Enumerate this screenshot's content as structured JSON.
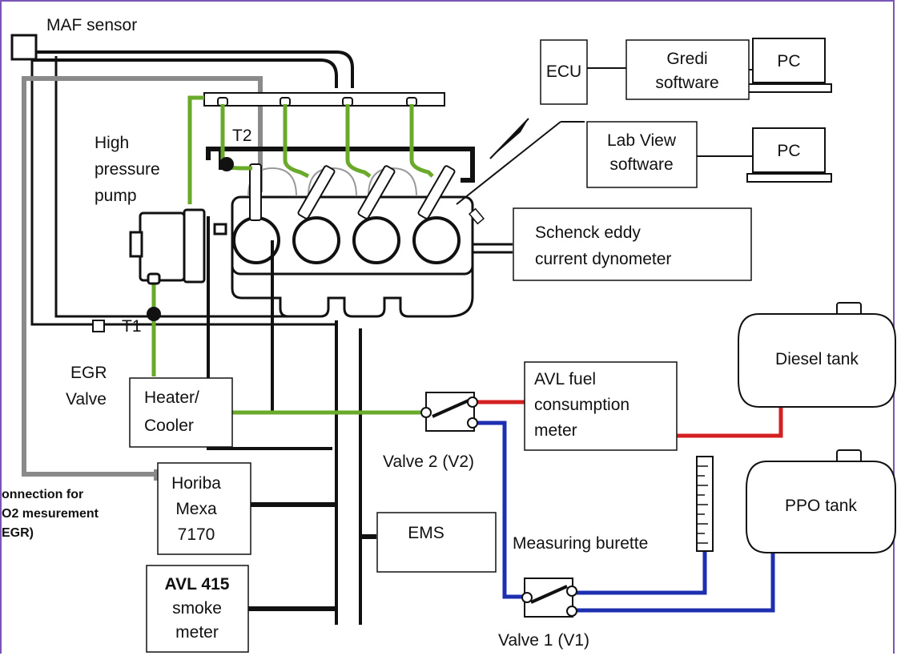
{
  "labels": {
    "maf_sensor": "MAF sensor",
    "high_pressure_pump": [
      "High",
      "pressure",
      "pump"
    ],
    "t2": "T2",
    "t1": "T1",
    "egr_valve": [
      "EGR",
      "Valve"
    ],
    "valve2": "Valve 2 (V2)",
    "valve1": "Valve 1 (V1)",
    "measuring_burette": "Measuring burette",
    "o2_connection": [
      "onnection for",
      "O2 mesurement",
      "EGR)"
    ]
  },
  "boxes": {
    "ecu": [
      "ECU"
    ],
    "gredi": [
      "Gredi",
      "software"
    ],
    "pc_top": [
      "PC"
    ],
    "labview": [
      "Lab View",
      "software"
    ],
    "pc_bottom": [
      "PC"
    ],
    "schenck": [
      "Schenck eddy",
      "current dynometer"
    ],
    "heater": [
      "Heater/",
      "Cooler"
    ],
    "avl_fuel": [
      "AVL fuel",
      "consumption",
      "meter"
    ],
    "diesel": [
      "Diesel tank"
    ],
    "ppo": [
      "PPO tank"
    ],
    "horiba": [
      "Horiba",
      "Mexa",
      "7170"
    ],
    "ems": [
      "EMS"
    ],
    "avl415": [
      "AVL 415",
      "smoke",
      "meter"
    ]
  },
  "colors": {
    "fuel_green": "#6aaa2a",
    "diesel_red": "#d42020",
    "ppo_blue": "#1c2fb0",
    "egr_gray": "#8a8a8a",
    "wire_black": "#111111"
  }
}
